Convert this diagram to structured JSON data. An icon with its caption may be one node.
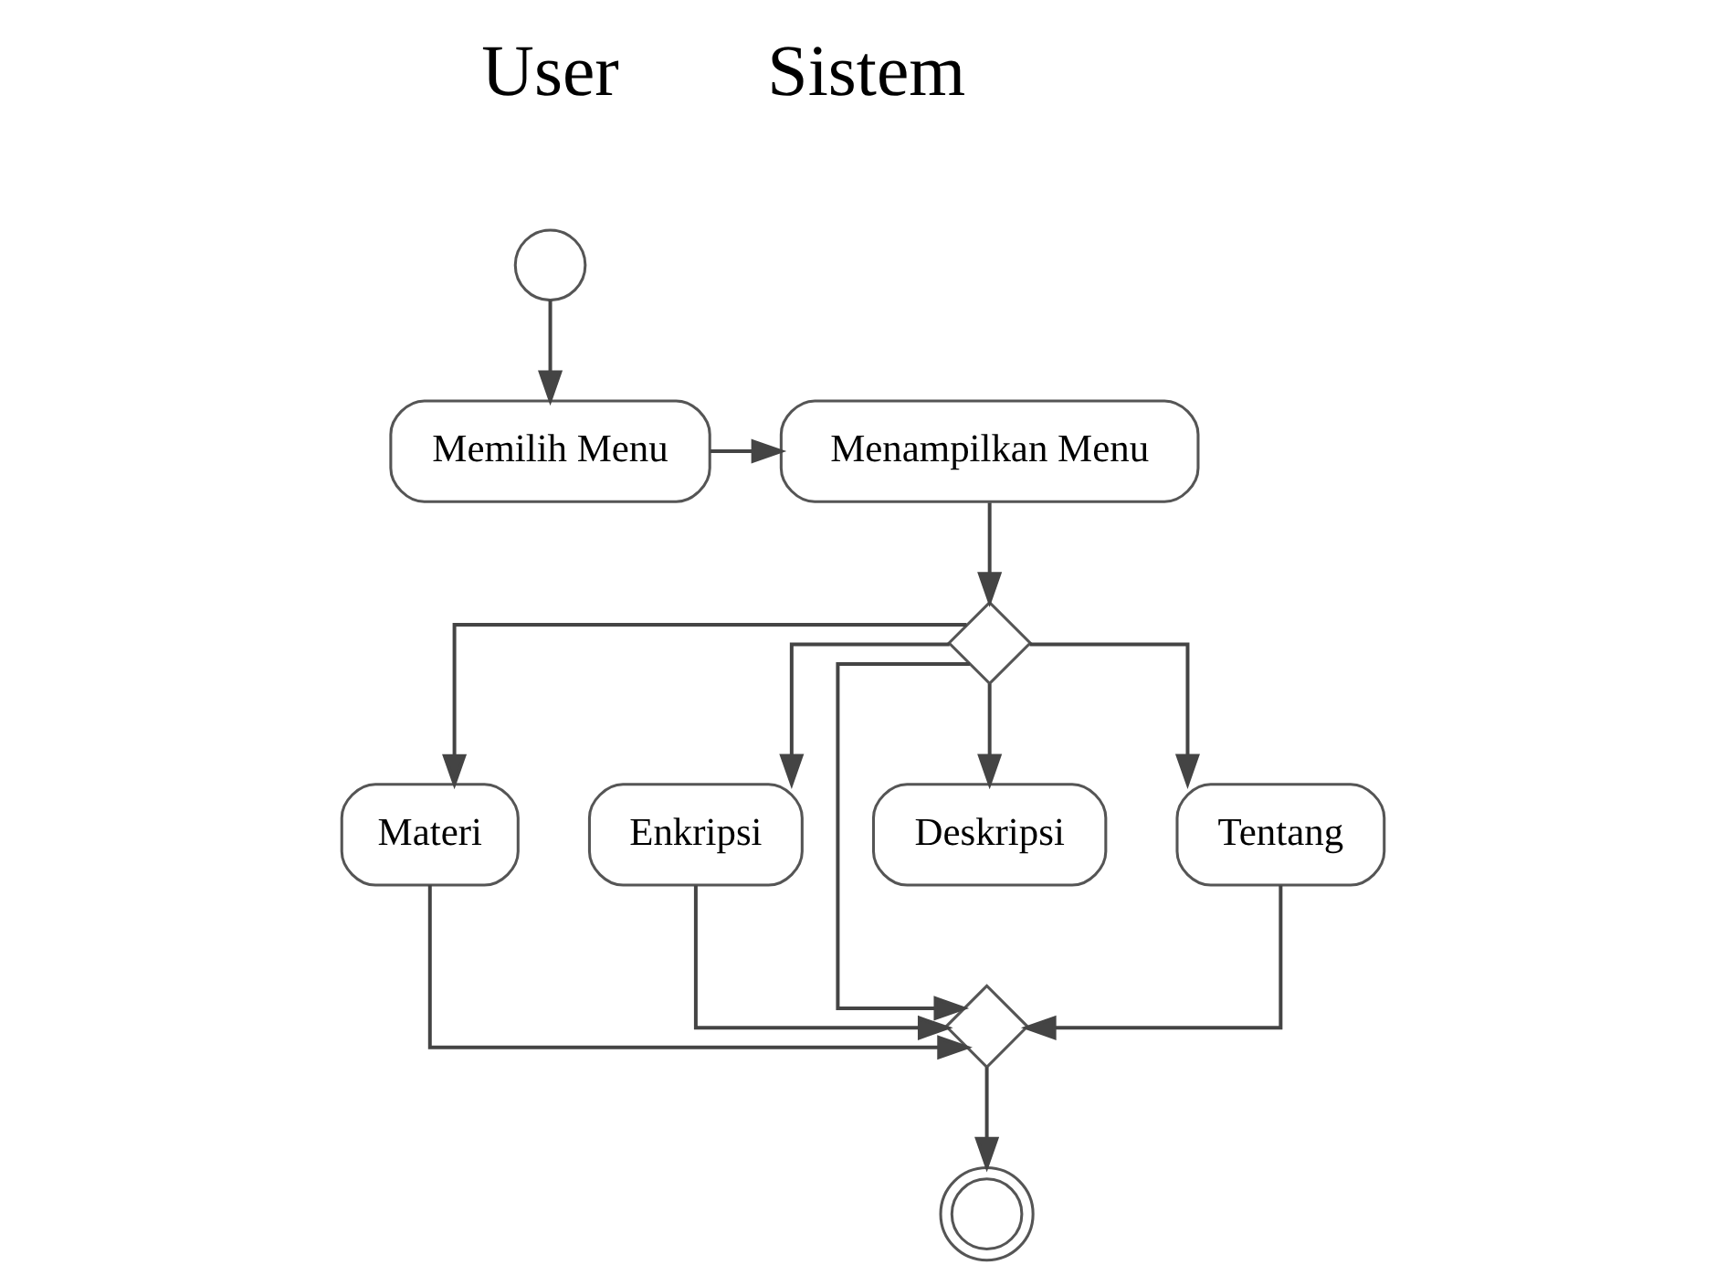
{
  "diagram": {
    "nodes": [
      {
        "text": [],
        "shape": "circle"
      },
      {
        "text": [
          "Memilih Menu"
        ]
      },
      {
        "text": [
          "Menampilkan Menu"
        ]
      },
      {
        "text": [],
        "shape": "diamond"
      },
      {
        "text": [
          "Materi"
        ]
      },
      {
        "text": [
          "Enkripsi"
        ]
      },
      {
        "text": [
          "Deskripsi"
        ]
      },
      {
        "text": [
          "Tentang"
        ]
      },
      {
        "text": [],
        "shape": "diamond"
      },
      {
        "text": [],
        "shape": "circle"
      }
    ],
    "edges": [
      {
        "from": 0,
        "to": 1,
        "arrow": "to"
      },
      {
        "from": 1,
        "to": 2,
        "arrow": "to"
      },
      {
        "from": 2,
        "to": 3,
        "arrow": "to"
      },
      {
        "from": 3,
        "to": 4,
        "arrow": "to"
      },
      {
        "from": 3,
        "to": 5,
        "arrow": "to"
      },
      {
        "from": 3,
        "to": 6,
        "arrow": "to"
      },
      {
        "from": 3,
        "to": 7,
        "arrow": "to"
      },
      {
        "from": 3,
        "to": 8,
        "arrow": "to"
      },
      {
        "from": 4,
        "to": 8,
        "arrow": "to"
      },
      {
        "from": 5,
        "to": 8,
        "arrow": "to"
      },
      {
        "from": 7,
        "to": 8,
        "arrow": "to"
      },
      {
        "from": 8,
        "to": 9,
        "arrow": "to"
      }
    ],
    "labels": [
      "User",
      "Sistem"
    ]
  }
}
